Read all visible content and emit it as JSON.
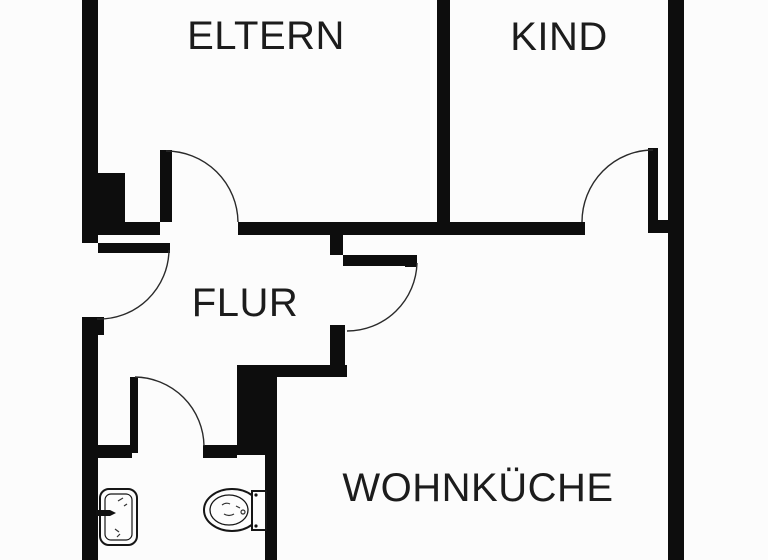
{
  "plan": {
    "title": "apartment-floor-plan",
    "rooms": {
      "eltern": {
        "label": "ELTERN"
      },
      "kind": {
        "label": "KIND"
      },
      "flur": {
        "label": "FLUR"
      },
      "wohnkueche": {
        "label": "WOHNKÜCHE"
      }
    },
    "fixtures": [
      {
        "name": "sink",
        "location": "bathroom"
      },
      {
        "name": "toilet",
        "location": "bathroom"
      }
    ],
    "doors": [
      {
        "name": "entry-door",
        "between": "outside-flur"
      },
      {
        "name": "eltern-door",
        "between": "flur-eltern"
      },
      {
        "name": "kind-door",
        "between": "wohnkueche-kind"
      },
      {
        "name": "bathroom-door",
        "between": "flur-bathroom"
      },
      {
        "name": "wohnkueche-door",
        "between": "flur-wohnkueche"
      }
    ],
    "colors": {
      "wall": "#0d0d0d",
      "background": "#fcfcfc",
      "text": "#1c1c1c",
      "line": "#2a2a2a"
    }
  }
}
